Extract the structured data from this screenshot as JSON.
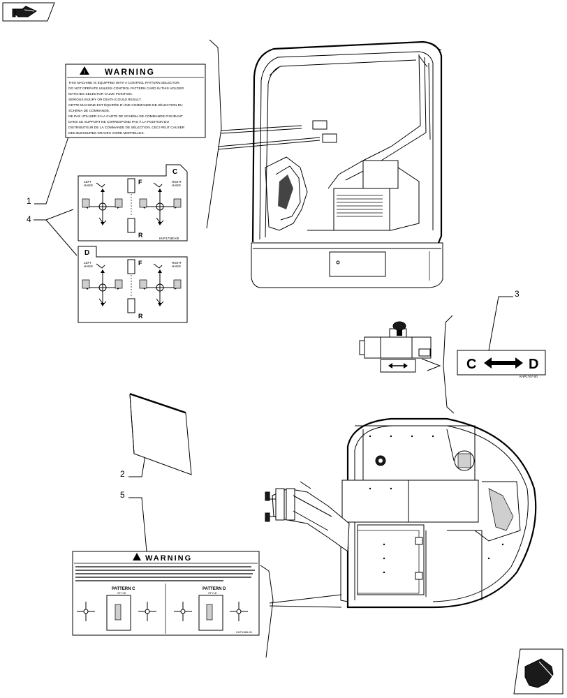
{
  "nav": {
    "prev_icon": "hand-pointing-right-icon",
    "next_icon": "hand-pointing-down-right-icon"
  },
  "callouts": [
    "1",
    "2",
    "3",
    "4",
    "5"
  ],
  "warning_label_1": {
    "title": "WARNING",
    "lines": [
      "THIS MACHINE IS EQUIPPED WITH A CONTROL PATTERN SELECTOR.",
      "DO NOT OPERATE UNLESS CONTROL PATTERN CARD IN THIS HOLDER",
      "MATCHES SELECTOR VALVE POSITION.",
      "SERIOUS INJURY OR DEATH COULD RESULT.",
      "CETTE MACHINE EST ÉQUIPÉE D´UNE COMMANDE DE SÉLECTION DU",
      "SCHÉMA DE COMMANDE.",
      "NE PAS UTILISER SI LA CARTE DE SCHÉMA DE COMMANDE FIGURANT",
      "DANS CE SUPPORT NE CORRESPOND PAS À LA POSITION DU",
      "DISTRIBUTEUR DE LA COMMANDE DE SÉLECTION. CECI PEUT CAUSER",
      "DES BLESSURES GRAVES VOIRE MORTELLES."
    ]
  },
  "pattern_card_c": {
    "tab": "C",
    "left_hand": "LEFT\nHAND",
    "right_hand": "RIGHT\nHAND",
    "forward": "F",
    "reverse": "R",
    "part_no": "KHP17380-00"
  },
  "pattern_card_d": {
    "tab": "D",
    "left_hand": "LEFT\nHAND",
    "right_hand": "RIGHT\nHAND",
    "forward": "F",
    "reverse": "R"
  },
  "selector_label": {
    "left": "C",
    "right": "D",
    "part_no": "KHP1767-00"
  },
  "warning_label_5": {
    "title": "WARNING",
    "pattern_c": "PATTERN C",
    "pattern_d": "PATTERN D",
    "style": "STYLE",
    "part_no": "KHP1986-00"
  },
  "colors": {
    "ink": "#000000",
    "paper": "#ffffff"
  }
}
